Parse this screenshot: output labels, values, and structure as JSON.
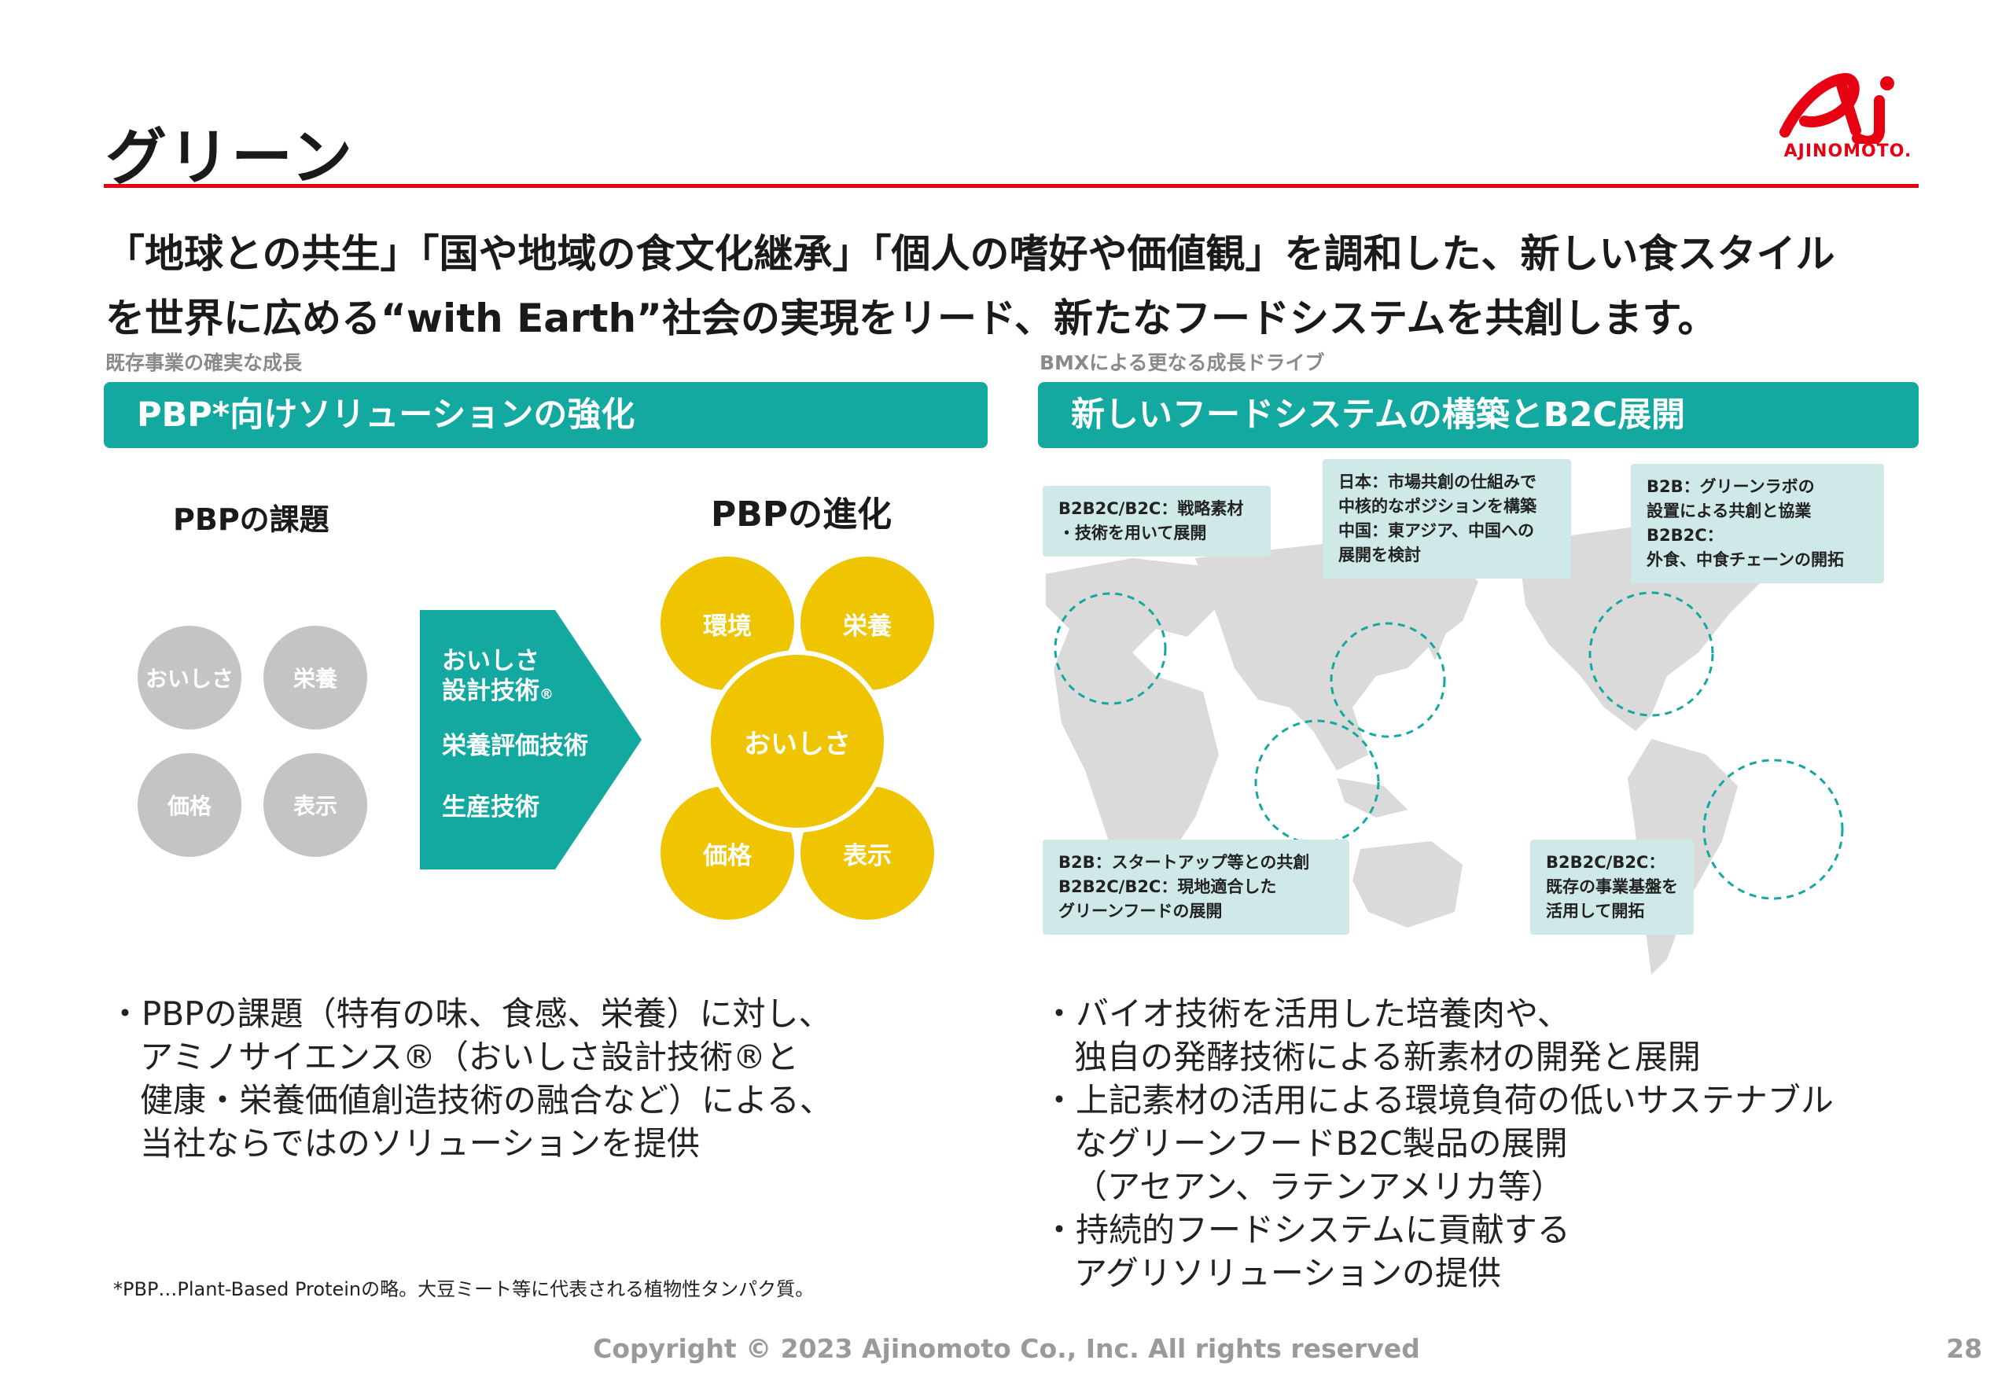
{
  "header": {
    "title": "グリーン",
    "logo_text": "AJINOMOTO."
  },
  "lead": {
    "line1": "「地球との共生」「国や地域の食文化継承」「個人の嗜好や価値観」を調和した、新しい食スタイル",
    "line2": "を世界に広める“with Earth”社会の実現をリード、新たなフードシステムを共創します。"
  },
  "left": {
    "caption": "既存事業の確実な成長",
    "banner": "PBP*向けソリューションの強化",
    "challenge_heading": "PBPの課題",
    "challenges": [
      "おいしさ",
      "栄養",
      "価格",
      "表示"
    ],
    "arrow_items": [
      "おいしさ",
      "設計技術",
      "栄養評価技術",
      "生産技術"
    ],
    "arrow_reg_mark": "®",
    "evolution_heading": "PBPの進化",
    "evolution": {
      "top_left": "環境",
      "top_right": "栄養",
      "center": "おいしさ",
      "bottom_left": "価格",
      "bottom_right": "表示"
    },
    "bullets": [
      "・PBPの課題（特有の味、食感、栄養）に対し、",
      "アミノサイエンス®（おいしさ設計技術®と",
      "健康・栄養価値創造技術の融合など）による、",
      "当社ならではのソリューションを提供"
    ],
    "footnote": "*PBP…Plant-Based Proteinの略。大豆ミート等に代表される植物性タンパク質。"
  },
  "right": {
    "caption": "BMXによる更なる成長ドライブ",
    "banner": "新しいフードシステムの構築とB2C展開",
    "callouts": {
      "europe": [
        "B2B2C/B2C：戦略素材",
        "・技術を用いて展開"
      ],
      "japan": [
        "日本：市場共創の仕組みで",
        "中核的なポジションを構築",
        "中国：東アジア、中国への",
        "展開を検討"
      ],
      "north_america": [
        "B2B：グリーンラボの",
        "設置による共創と協業",
        "B2B2C：",
        "外食、中食チェーンの開拓"
      ],
      "asean": [
        "B2B：スタートアップ等との共創",
        "B2B2C/B2C：現地適合した",
        "グリーンフードの展開"
      ],
      "latam": [
        "B2B2C/B2C：",
        "既存の事業基盤を",
        "活用して開拓"
      ]
    },
    "bullets": [
      "・バイオ技術を活用した培養肉や、",
      "独自の発酵技術による新素材の開発と展開",
      "・上記素材の活用による環境負荷の低いサステナブル",
      "なグリーンフードB2C製品の展開",
      "（アセアン、ラテンアメリカ等）",
      "・持続的フードシステムに貢献する",
      "アグリソリューションの提供"
    ]
  },
  "footer": {
    "copyright": "Copyright © 2023 Ajinomoto Co., Inc. All rights reserved",
    "page": "28"
  },
  "colors": {
    "accent_red": "#e60012",
    "teal": "#13a8a0",
    "yellow": "#eec500",
    "gray_circle": "#c4c4c4",
    "callout_bg": "#cfe9e8"
  }
}
